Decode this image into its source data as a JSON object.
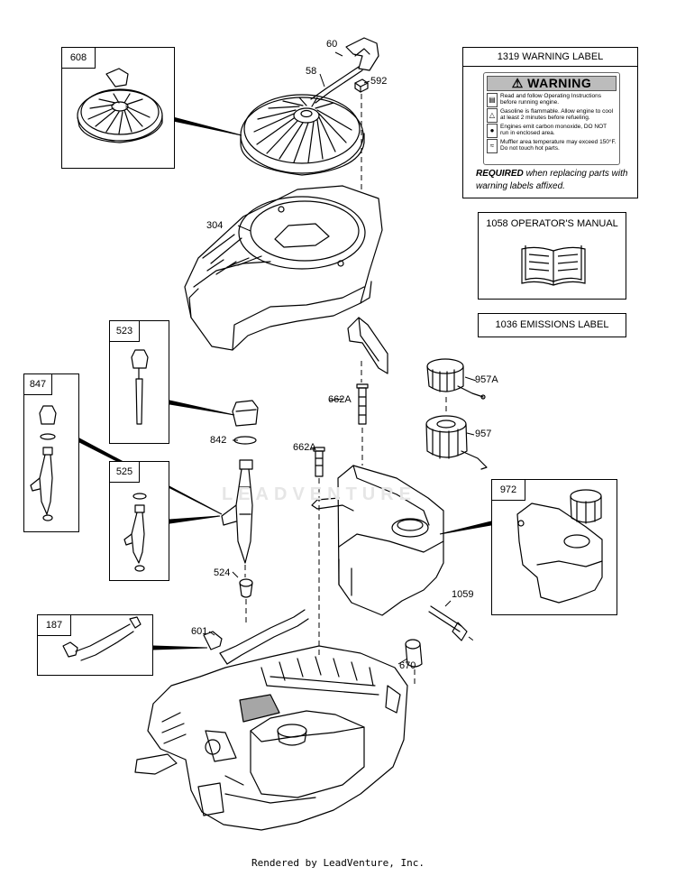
{
  "callouts": {
    "c60": "60",
    "c58": "58",
    "c592": "592",
    "c304": "304",
    "c662a_1": "662A",
    "c662a_2": "662A",
    "c957a": "957A",
    "c957": "957",
    "c842": "842",
    "c524": "524",
    "c601": "601",
    "c1059": "1059",
    "c670": "670"
  },
  "inset_boxes": {
    "b608": "608",
    "b523": "523",
    "b847": "847",
    "b525": "525",
    "b972": "972",
    "b187": "187"
  },
  "warning_label": {
    "title": "1319 WARNING LABEL",
    "decal_heading": "WARNING",
    "decal_lines": [
      "Read and follow Operating Instructions before running engine.",
      "Gasoline is flammable. Allow engine to cool at least 2 minutes before refueling.",
      "Engines emit carbon monoxide, DO NOT run in enclosed area.",
      "Muffler area temperature may exceed 150°F. Do not touch hot parts."
    ],
    "required_bold": "REQUIRED",
    "required_rest": " when replacing parts with warning labels affixed."
  },
  "operators_manual": {
    "title": "1058 OPERATOR'S MANUAL"
  },
  "emissions_label": {
    "title": "1036 EMISSIONS LABEL"
  },
  "watermark": "LEADVENTURE",
  "footer": "Rendered by LeadVenture, Inc."
}
